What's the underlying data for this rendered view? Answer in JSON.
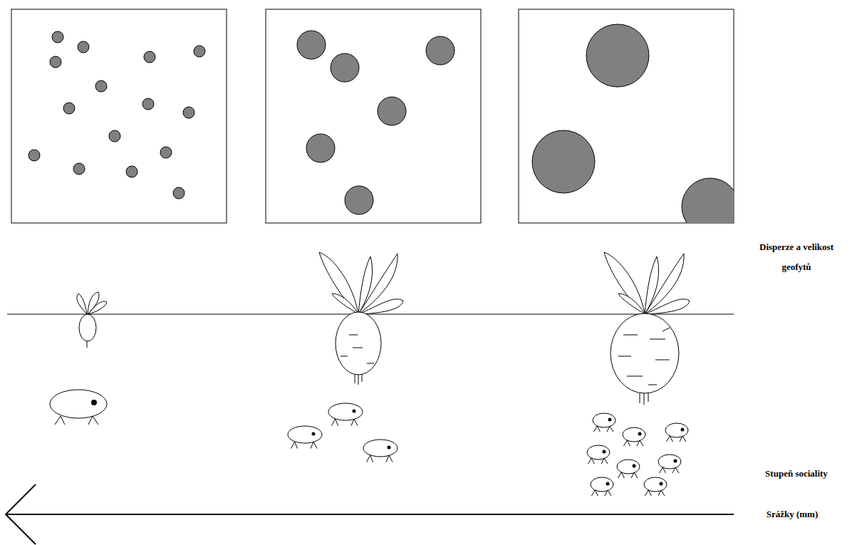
{
  "diagram": {
    "labels": [
      "Disperze a velikost geofytů",
      "Stupeň sociality",
      "Srážky (mm)"
    ]
  }
}
